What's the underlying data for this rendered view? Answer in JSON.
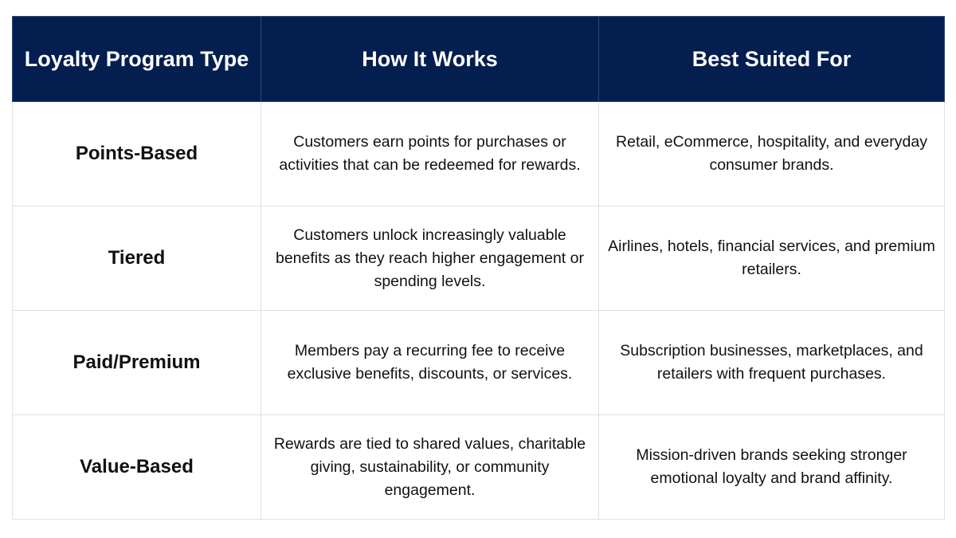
{
  "table": {
    "headers": [
      "Loyalty Program Type",
      "How It Works",
      "Best Suited For"
    ],
    "rows": [
      {
        "type": "Points-Based",
        "how": "Customers earn points for purchases or activities that can be redeemed for rewards.",
        "best": "Retail, eCommerce, hospitality, and everyday consumer brands."
      },
      {
        "type": "Tiered",
        "how": "Customers unlock increasingly valuable benefits as they reach higher engagement or spending levels.",
        "best": "Airlines, hotels, financial services, and premium retailers."
      },
      {
        "type": "Paid/Premium",
        "how": "Members pay a recurring fee to receive exclusive benefits, discounts, or services.",
        "best": "Subscription businesses, marketplaces, and retailers with frequent purchases."
      },
      {
        "type": "Value-Based",
        "how": "Rewards are tied to shared values, charitable giving, sustainability, or community engagement.",
        "best": "Mission-driven brands seeking stronger emotional loyalty and brand affinity."
      }
    ]
  },
  "colors": {
    "header_background": "#031e4f",
    "header_text": "#ffffff",
    "body_text": "#111111",
    "grid_line": "#e2e2e2"
  }
}
